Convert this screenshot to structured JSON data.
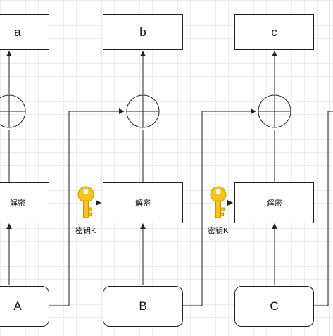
{
  "outputs": [
    "a",
    "b",
    "c"
  ],
  "decrypt_label": "解密",
  "key_label": "密钥K",
  "inputs": [
    "A",
    "B",
    "C"
  ],
  "colors": {
    "key": "#f5c518",
    "line": "#222222"
  }
}
